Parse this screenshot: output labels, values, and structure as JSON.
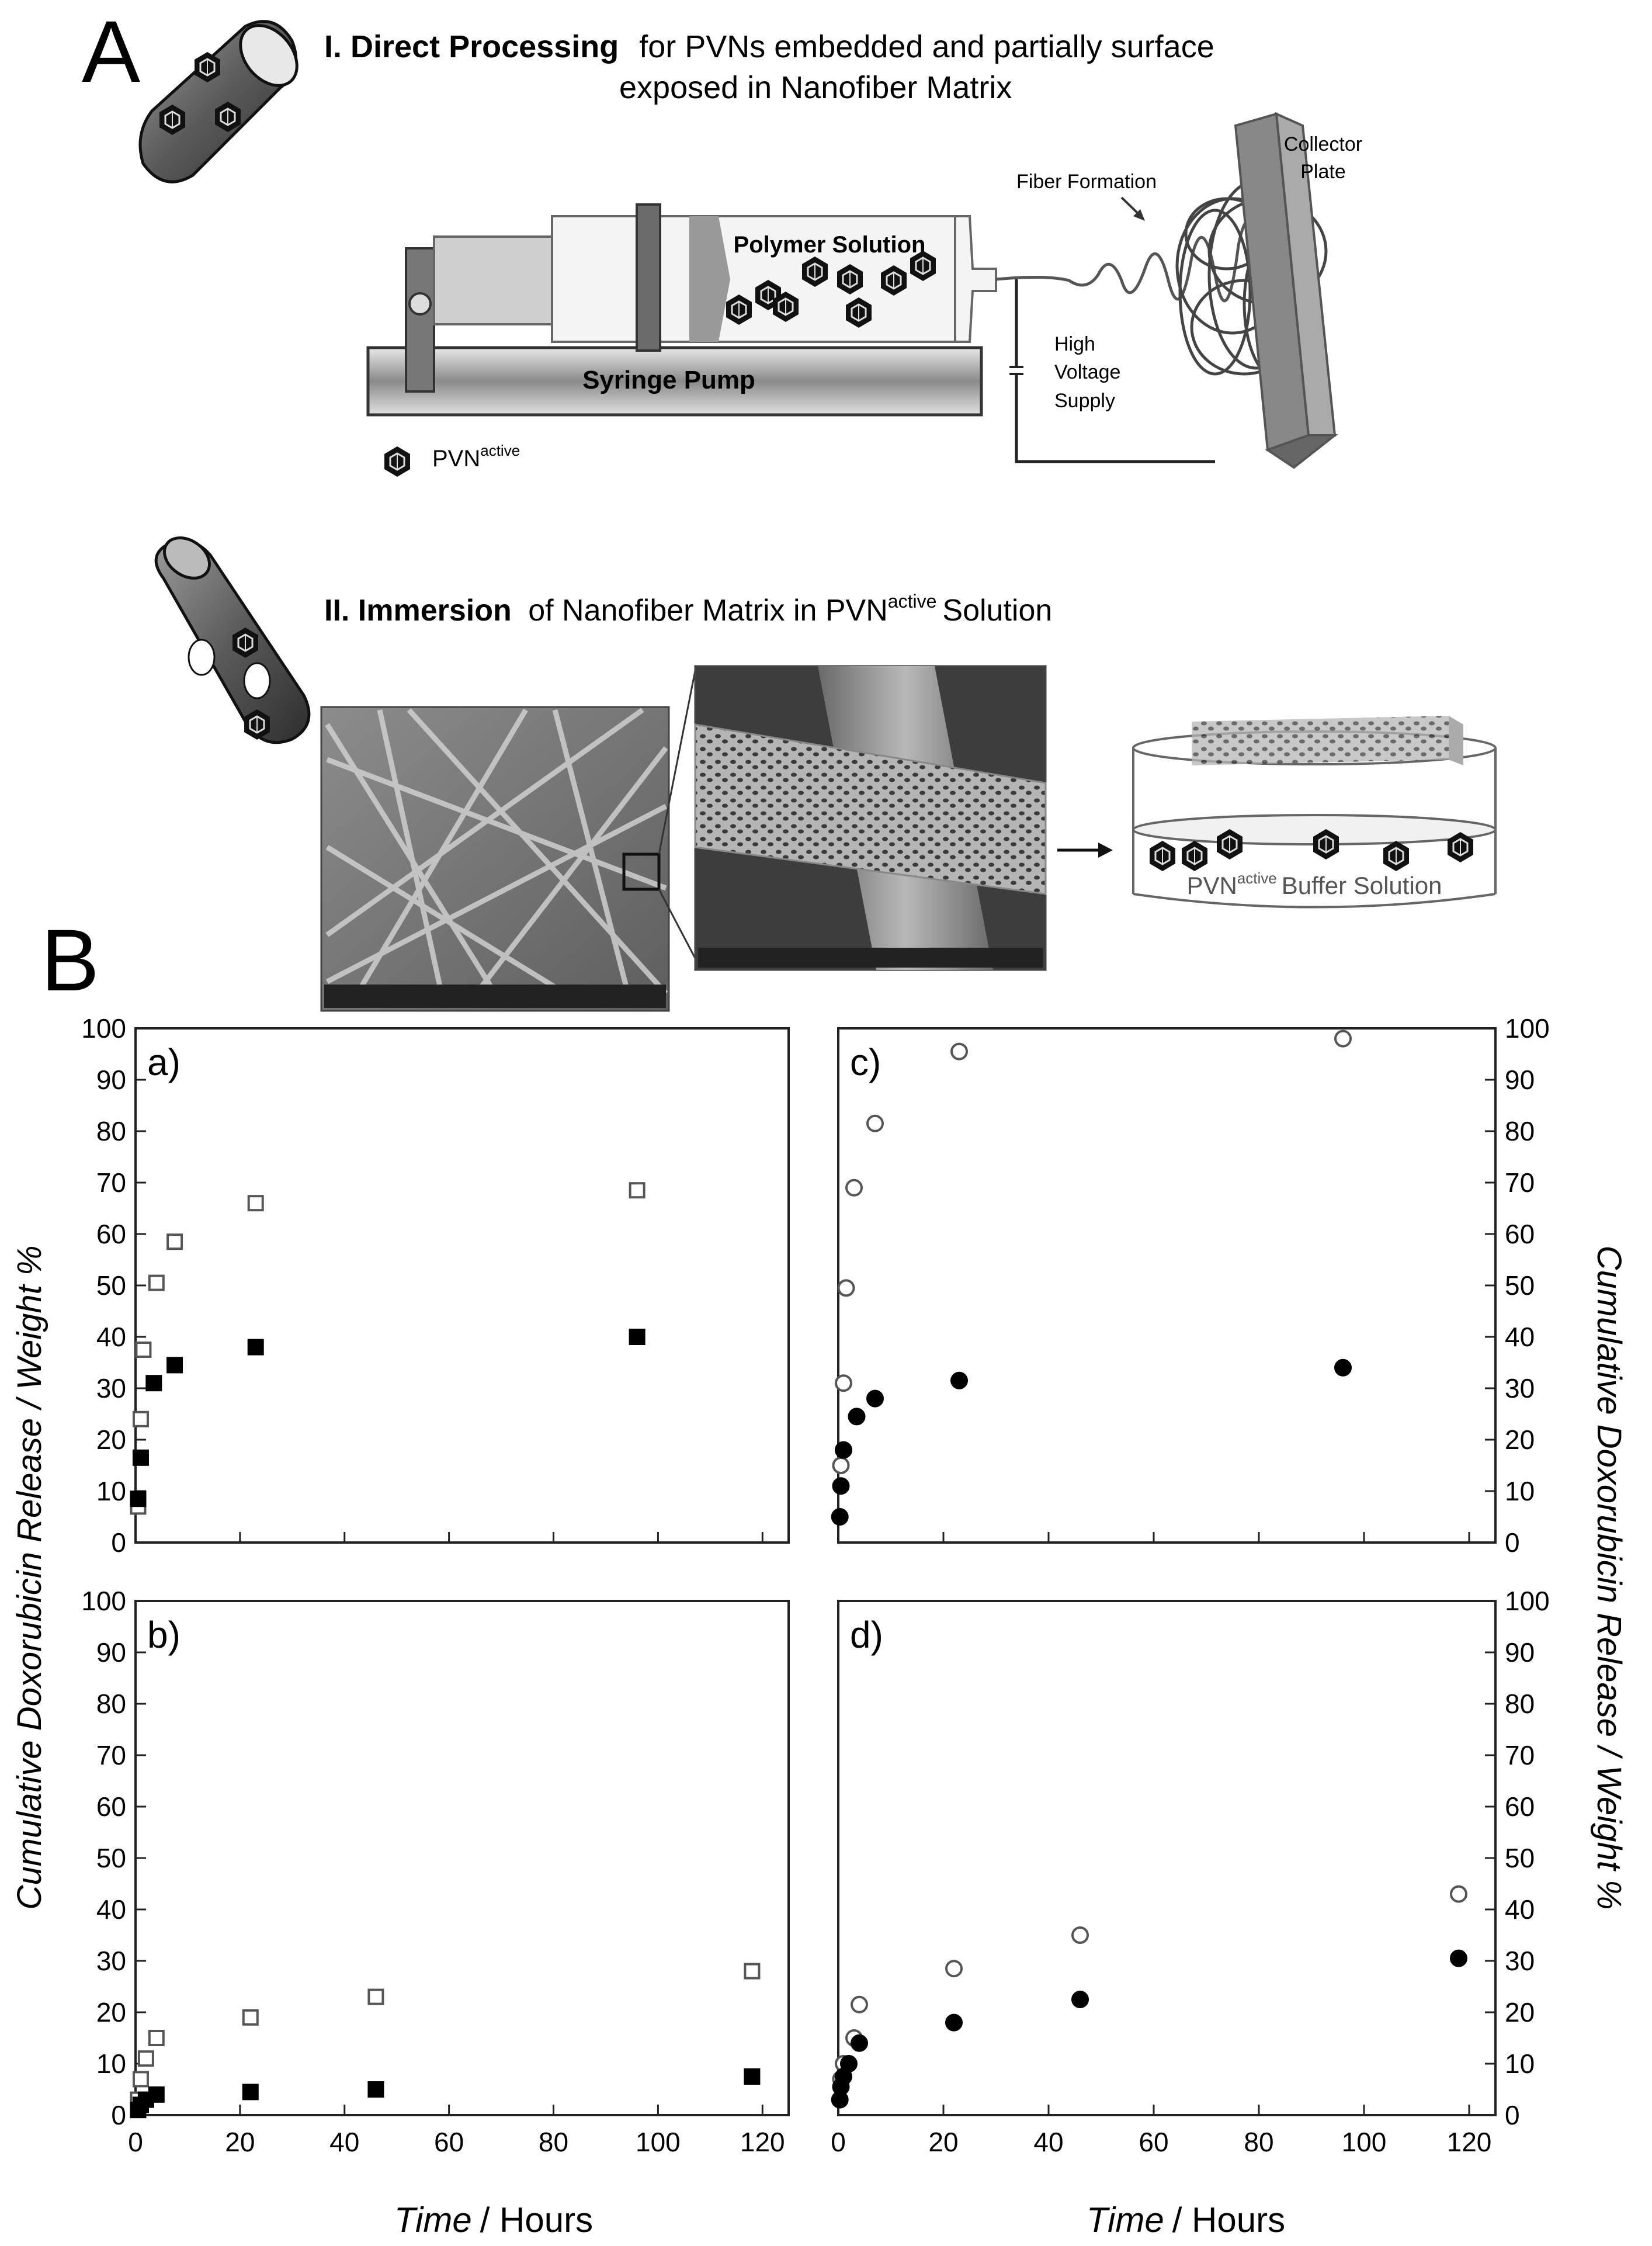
{
  "panelA": {
    "letter": "A",
    "section1": {
      "title_bold": "I. Direct Processing",
      "title_rest": "for PVNs embedded and partially surface",
      "title_line2": "exposed in Nanofiber Matrix"
    },
    "labels": {
      "polymer_solution": "Polymer Solution",
      "syringe_pump": "Syringe Pump",
      "fiber_formation": "Fiber Formation",
      "collector_line1": "Collector",
      "collector_line2": "Plate",
      "hv_line1": "High",
      "hv_line2": "Voltage",
      "hv_line3": "Supply",
      "pvn": "PVN",
      "pvn_sup": "active"
    },
    "section2": {
      "title_bold": "II. Immersion",
      "title_rest": "of Nanofiber Matrix in PVN",
      "title_sup": "active",
      "title_end": "Solution"
    },
    "buffer": {
      "pvn": "PVN",
      "sup": "active",
      "rest": "Buffer Solution"
    }
  },
  "panelB": {
    "letter": "B",
    "ylabel": "Cumulative Doxorubicin Release / Weight %",
    "xlabel_italic": "Time",
    "xlabel_rest": "/ Hours",
    "yticks": [
      "0",
      "10",
      "20",
      "30",
      "40",
      "50",
      "60",
      "70",
      "80",
      "90",
      "100"
    ],
    "xticks": [
      "0",
      "20",
      "40",
      "60",
      "80",
      "100",
      "120"
    ]
  },
  "chart_data": [
    {
      "type": "scatter",
      "panel": "a)",
      "xlim": [
        0,
        125
      ],
      "ylim": [
        0,
        100
      ],
      "series": [
        {
          "marker": "open-square",
          "x": [
            0.5,
            1,
            1.5,
            4,
            7.5,
            23,
            96
          ],
          "y": [
            7,
            24,
            37.5,
            50.5,
            58.5,
            66,
            68.5
          ]
        },
        {
          "marker": "filled-square",
          "x": [
            0.5,
            1,
            3.5,
            7.5,
            23,
            96
          ],
          "y": [
            8.5,
            16.5,
            31,
            34.5,
            38,
            40
          ]
        }
      ]
    },
    {
      "type": "scatter",
      "panel": "c)",
      "xlim": [
        0,
        125
      ],
      "ylim": [
        0,
        100
      ],
      "series": [
        {
          "marker": "open-circle",
          "x": [
            0.5,
            1,
            1.5,
            3,
            7,
            23,
            96
          ],
          "y": [
            15,
            31,
            49.5,
            69,
            81.5,
            95.5,
            98
          ]
        },
        {
          "marker": "filled-circle",
          "x": [
            0.3,
            0.5,
            1,
            3.5,
            7,
            23,
            96
          ],
          "y": [
            5,
            11,
            18,
            24.5,
            28,
            31.5,
            34
          ]
        }
      ]
    },
    {
      "type": "scatter",
      "panel": "b)",
      "xlim": [
        0,
        125
      ],
      "ylim": [
        0,
        100
      ],
      "series": [
        {
          "marker": "open-square",
          "x": [
            0.5,
            1,
            2,
            4,
            22,
            46,
            118
          ],
          "y": [
            3,
            7,
            11,
            15,
            19,
            23,
            28
          ]
        },
        {
          "marker": "filled-square",
          "x": [
            0.5,
            1,
            2,
            4,
            22,
            46,
            118
          ],
          "y": [
            1,
            2,
            3,
            4,
            4.5,
            5,
            7.5
          ]
        }
      ]
    },
    {
      "type": "scatter",
      "panel": "d)",
      "xlim": [
        0,
        125
      ],
      "ylim": [
        0,
        100
      ],
      "series": [
        {
          "marker": "open-circle",
          "x": [
            0.5,
            1,
            3,
            4,
            22,
            46,
            118
          ],
          "y": [
            7,
            10,
            15,
            21.5,
            28.5,
            35,
            43
          ]
        },
        {
          "marker": "filled-circle",
          "x": [
            0.3,
            0.5,
            1,
            2,
            4,
            22,
            46,
            118
          ],
          "y": [
            3,
            5.5,
            7.5,
            10,
            14,
            18,
            22.5,
            30.5
          ]
        }
      ]
    }
  ]
}
